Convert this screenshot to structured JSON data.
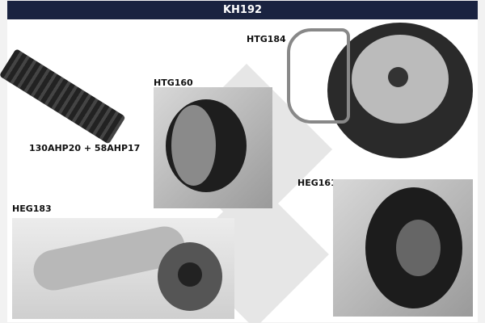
{
  "header": {
    "title": "KH192"
  },
  "parts": [
    {
      "code": "130AHP20 + 58AHP17",
      "kind": "timing-belt"
    },
    {
      "code": "HTG184",
      "kind": "tensioner-pulley"
    },
    {
      "code": "HTG160",
      "kind": "tensioner-pulley"
    },
    {
      "code": "HEG161",
      "kind": "idler-pulley"
    },
    {
      "code": "HEG183",
      "kind": "idler-arm"
    }
  ],
  "colors": {
    "header_bg": "#1a2340",
    "header_text": "#ffffff",
    "watermark": "#e6e6e6"
  }
}
